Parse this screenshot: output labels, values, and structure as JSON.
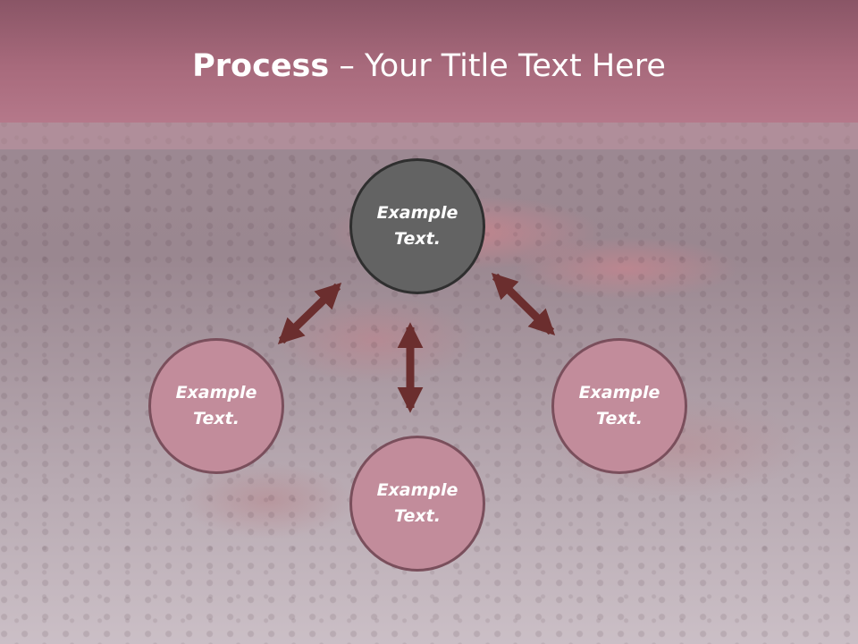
{
  "slide": {
    "title_bold": "Process",
    "title_rest": " – Your Title Text Here"
  },
  "nodes": [
    {
      "id": "top",
      "line1": "Example",
      "line2": "Text."
    },
    {
      "id": "left",
      "line1": "Example",
      "line2": "Text."
    },
    {
      "id": "right",
      "line1": "Example",
      "line2": "Text."
    },
    {
      "id": "bottom",
      "line1": "Example",
      "line2": "Text."
    }
  ],
  "colors": {
    "header": "#a86a7c",
    "node_fill": "#c28c9b",
    "node_border": "#7a4f5c",
    "center_fill": "#636363",
    "arrow": "#6b2e2e"
  },
  "arrows": [
    "top-left",
    "center",
    "top-right"
  ]
}
